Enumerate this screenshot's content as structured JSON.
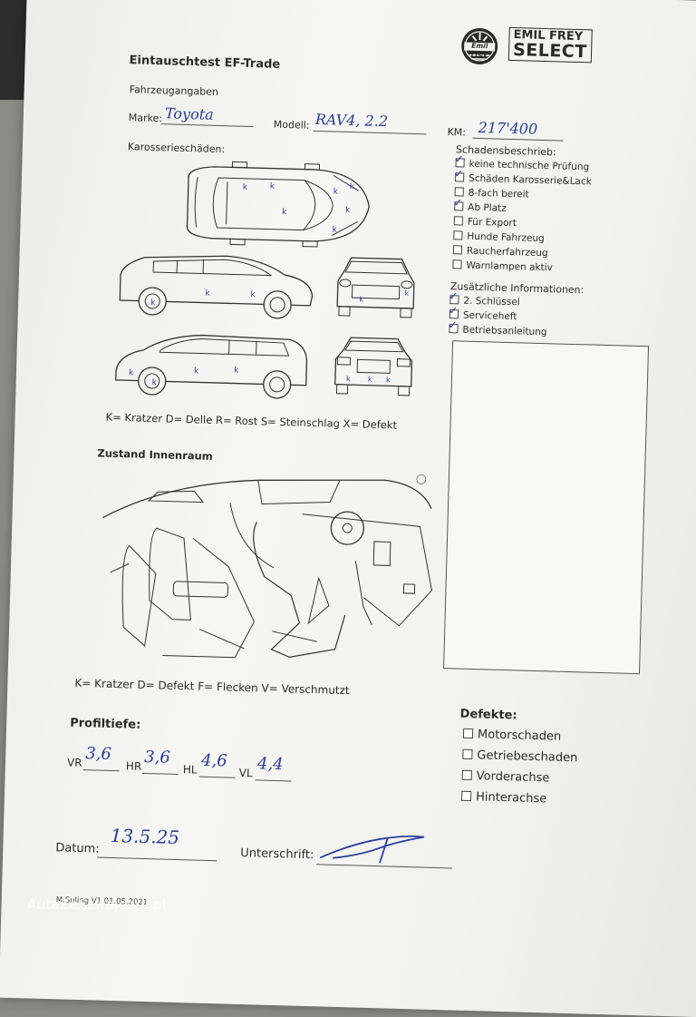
{
  "header": {
    "title": "Eintauschtest EF-Trade",
    "logo_brand": "Emil Frey",
    "logo_text_1": "EMIL FREY",
    "logo_text_2": "SELECT"
  },
  "vehicle": {
    "section": "Fahrzeugangaben",
    "marke_label": "Marke:",
    "marke_value": "Toyota",
    "modell_label": "Modell:",
    "modell_value": "RAV4, 2.2",
    "km_label": "KM:",
    "km_value": "217'400"
  },
  "body_damage": {
    "section": "Karosserieschäden:",
    "legend": "K= Kratzer D= Delle R= Rost S= Steinschlag X= Defekt"
  },
  "damage_description": {
    "title": "Schadensbeschrieb:",
    "items": [
      {
        "label": "keine technische Prüfung",
        "checked": true
      },
      {
        "label": "Schäden Karosserie&Lack",
        "checked": true
      },
      {
        "label": "8-fach bereit",
        "checked": false
      },
      {
        "label": "Ab Platz",
        "checked": true
      },
      {
        "label": "Für Export",
        "checked": false
      },
      {
        "label": "Hunde Fahrzeug",
        "checked": false
      },
      {
        "label": "Raucherfahrzeug",
        "checked": false
      },
      {
        "label": "Warnlampen aktiv",
        "checked": false
      }
    ]
  },
  "additional_info": {
    "title": "Zusätzliche Informationen:",
    "items": [
      {
        "label": "2. Schlüssel",
        "checked": true
      },
      {
        "label": "Serviceheft",
        "checked": true
      },
      {
        "label": "Betriebsanleitung",
        "checked": true
      }
    ]
  },
  "interior": {
    "section": "Zustand Innenraum",
    "legend": "K= Kratzer D= Defekt F= Flecken V= Verschmutzt"
  },
  "tread": {
    "title": "Profiltiefe:",
    "vr_label": "VR",
    "vr_value": "3,6",
    "hr_label": "HR",
    "hr_value": "3,6",
    "hl_label": "HL",
    "hl_value": "4,6",
    "vl_label": "VL",
    "vl_value": "4,4"
  },
  "defects": {
    "title": "Defekte:",
    "items": [
      {
        "label": "Motorschaden",
        "checked": false
      },
      {
        "label": "Getriebeschaden",
        "checked": false
      },
      {
        "label": "Vorderachse",
        "checked": false
      },
      {
        "label": "Hinterachse",
        "checked": false
      }
    ]
  },
  "footer": {
    "datum_label": "Datum:",
    "datum_value": "13.5.25",
    "unterschrift_label": "Unterschrift:",
    "version": "M.Suling V1 01.05.2021"
  },
  "watermark": "AutaZeSzwajcarii.pl"
}
